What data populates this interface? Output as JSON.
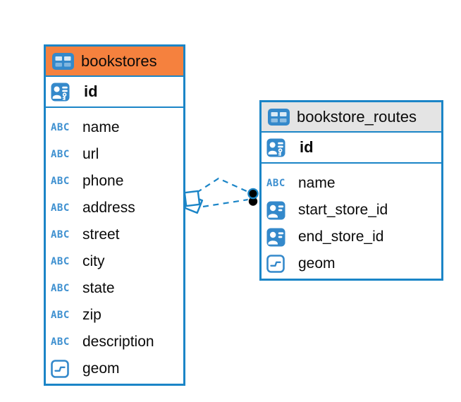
{
  "colors": {
    "accent_blue": "#1B85C7",
    "icon_blue": "#3489CB",
    "header_orange": "#F5813E",
    "header_gray": "#E4E4E4",
    "text": "#0A0A0A",
    "marker_black": "#000000",
    "background": "#FFFFFF"
  },
  "icons": {
    "text_type_label": "ABC"
  },
  "tables": [
    {
      "name": "bookstores",
      "header_style": "orange",
      "columns": [
        {
          "name": "id",
          "type": "primary_key"
        },
        {
          "name": "name",
          "type": "text"
        },
        {
          "name": "url",
          "type": "text"
        },
        {
          "name": "phone",
          "type": "text"
        },
        {
          "name": "address",
          "type": "text"
        },
        {
          "name": "street",
          "type": "text"
        },
        {
          "name": "city",
          "type": "text"
        },
        {
          "name": "state",
          "type": "text"
        },
        {
          "name": "zip",
          "type": "text"
        },
        {
          "name": "description",
          "type": "text"
        },
        {
          "name": "geom",
          "type": "geometry"
        }
      ]
    },
    {
      "name": "bookstore_routes",
      "header_style": "gray",
      "columns": [
        {
          "name": "id",
          "type": "primary_key"
        },
        {
          "name": "name",
          "type": "text"
        },
        {
          "name": "start_store_id",
          "type": "reference"
        },
        {
          "name": "end_store_id",
          "type": "reference"
        },
        {
          "name": "geom",
          "type": "geometry"
        }
      ]
    }
  ],
  "relationships": {
    "style": "dashed",
    "line_count": 2,
    "source_table": "bookstores",
    "target_table": "bookstore_routes",
    "source_marker": "stacked-squares",
    "target_marker": "filled-dots"
  }
}
